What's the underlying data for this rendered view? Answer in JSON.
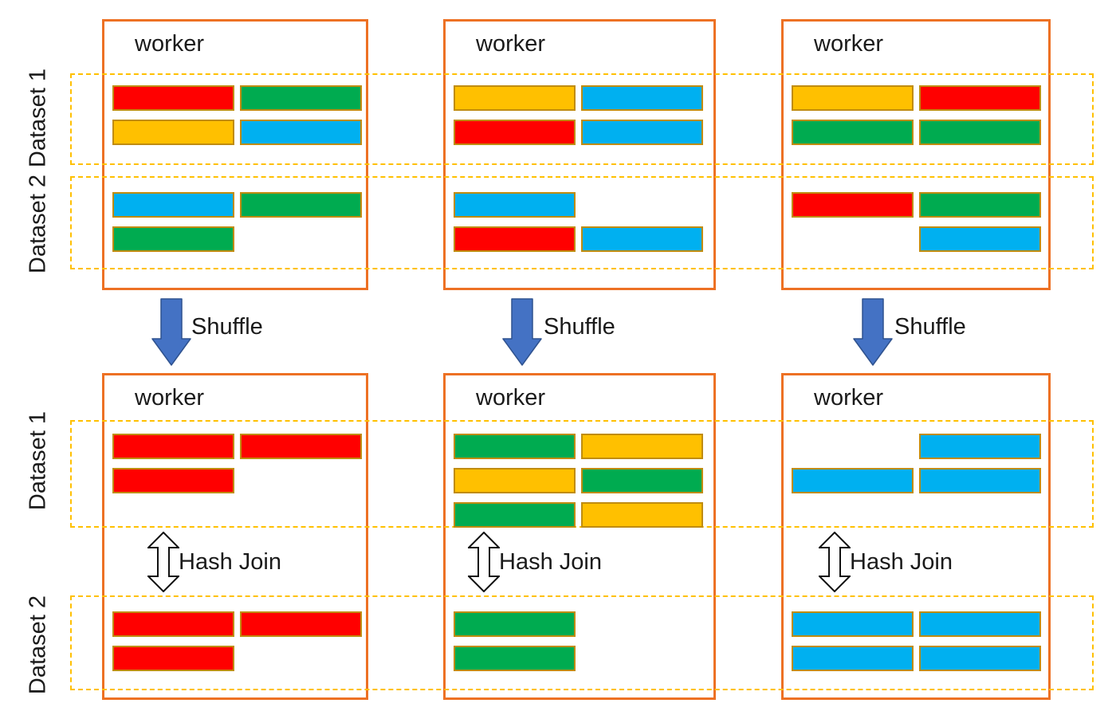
{
  "labels": {
    "worker": "worker",
    "dataset1": "Dataset 1",
    "dataset2": "Dataset 2",
    "shuffle": "Shuffle",
    "hash_join": "Hash Join"
  },
  "colors": {
    "red": "#FF0000",
    "green": "#00AB50",
    "yellow": "#FFC000",
    "blue": "#00B0F0",
    "bar_border": "#C08C10",
    "worker_border": "#ED7124",
    "band_border": "#FFC000",
    "shuffle_fill": "#4472C4",
    "shuffle_stroke": "#2F528F",
    "hashjoin_fill": "#FFFFFF",
    "hashjoin_stroke": "#111111",
    "text": "#1a1a1a"
  },
  "top_row": {
    "description": "workers before shuffle",
    "workers": [
      {
        "dataset1": [
          [
            "red",
            "green"
          ],
          [
            "yellow",
            "blue"
          ]
        ],
        "dataset2": [
          [
            "blue",
            "green"
          ],
          [
            "green",
            null
          ]
        ]
      },
      {
        "dataset1": [
          [
            "yellow",
            "blue"
          ],
          [
            "red",
            "blue"
          ]
        ],
        "dataset2": [
          [
            "blue",
            null
          ],
          [
            "red",
            "blue"
          ]
        ]
      },
      {
        "dataset1": [
          [
            "yellow",
            "red"
          ],
          [
            "green",
            "green"
          ]
        ],
        "dataset2": [
          [
            "red",
            "green"
          ],
          [
            null,
            "blue"
          ]
        ]
      }
    ]
  },
  "bottom_row": {
    "description": "workers after shuffle (co-partitioned for hash join)",
    "workers": [
      {
        "dataset1": [
          [
            "red",
            "red"
          ],
          [
            "red",
            null
          ]
        ],
        "dataset2": [
          [
            "red",
            "red"
          ],
          [
            "red",
            null
          ]
        ]
      },
      {
        "dataset1": [
          [
            "green",
            "yellow"
          ],
          [
            "yellow",
            "green"
          ],
          [
            "green",
            "yellow"
          ]
        ],
        "dataset2": [
          [
            "green",
            null
          ],
          [
            "green",
            null
          ]
        ]
      },
      {
        "dataset1": [
          [
            null,
            "blue"
          ],
          [
            "blue",
            "blue"
          ]
        ],
        "dataset2": [
          [
            "blue",
            "blue"
          ],
          [
            "blue",
            "blue"
          ]
        ]
      }
    ]
  }
}
